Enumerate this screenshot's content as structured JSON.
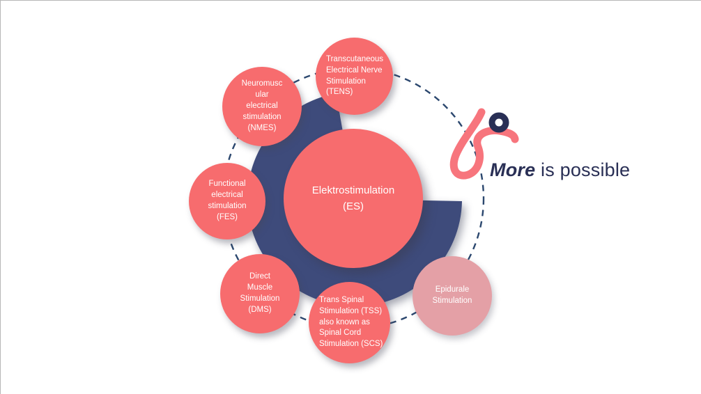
{
  "diagram": {
    "center": {
      "text": "Elektrostimulation\n(ES)"
    },
    "satellites": {
      "tens": {
        "text": "Transcutaneous\nElectrical Nerve\nStimulation\n(TENS)"
      },
      "nmes": {
        "text": "Neuromusc\nular\nelectrical\nstimulation\n(NMES)"
      },
      "fes": {
        "text": "Functional\nelectrical\nstimulation\n(FES)"
      },
      "dms": {
        "text": "Direct\nMuscle\nStimulation\n(DMS)"
      },
      "tss": {
        "text": "Trans Spinal\nStimulation (TSS)\nalso known as\nSpinal Cord\nStimulation (SCS)"
      },
      "epidural": {
        "text": "Epidurale\nStimulation"
      }
    }
  },
  "logo": {
    "tagline_emphasis": "More",
    "tagline_rest": " is possible"
  },
  "colors": {
    "coral": "#F76C6E",
    "coral_logo": "#F7757D",
    "dusty_pink": "#E4A0A6",
    "navy_disc": "#3E4B7B",
    "dash_navy": "#2B476E",
    "dark_navy": "#292F55",
    "text_white": "#FFFFFF"
  }
}
